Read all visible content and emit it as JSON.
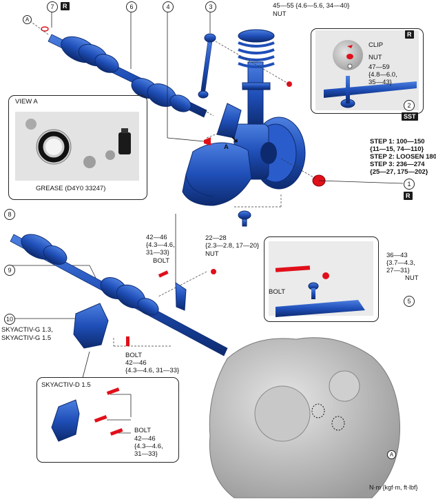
{
  "callouts": {
    "c1": "1",
    "c2": "2",
    "c3": "3",
    "c4": "4",
    "c5": "5",
    "c6": "6",
    "c7": "7",
    "c8": "8",
    "c9": "9",
    "c10": "10"
  },
  "view_ref": "A",
  "badges": {
    "r": "R",
    "sst": "SST"
  },
  "view_a": {
    "title": "VIEW A",
    "grease": "GREASE (D4Y0 33247)"
  },
  "top_nut": {
    "torque": "45—55 {4.6—5.6, 34—40}",
    "label": "NUT"
  },
  "inset_right": {
    "clip": "CLIP",
    "nut": "NUT",
    "torque_1": "47—59",
    "torque_2": "{4.8—6.0,",
    "torque_3": "35—43}"
  },
  "steps": {
    "s1a": "STEP 1: 100—150",
    "s1b": "{11—15, 74—110}",
    "s2": "STEP 2: LOOSEN 180°",
    "s3a": "STEP 3: 236—274",
    "s3b": "{25—27, 175—202}"
  },
  "mid_nut": {
    "t1": "22—28",
    "t2": "{2.3—2.8, 17—20}",
    "label": "NUT"
  },
  "mid_bolt": {
    "t1": "42—46",
    "t2": "{4.3—4.6,",
    "t3": "31—33}",
    "label": "BOLT"
  },
  "ball_joint_inset": {
    "bolt": "BOLT",
    "t1": "36—43",
    "t2": "{3.7—4.3,",
    "t3": "27—31}",
    "nut": "NUT"
  },
  "engines": {
    "g13": "SKYACTIV-G 1.3,",
    "g15": "SKYACTIV-G 1.5"
  },
  "lower_bolt": {
    "label": "BOLT",
    "t1": "42—46",
    "t2": "{4.3—4.6, 31—33}"
  },
  "diesel_inset": {
    "title": "SKYACTIV-D 1.5",
    "bolt": "BOLT",
    "t1": "42—46",
    "t2": "{4.3—4.6,",
    "t3": "31—33}"
  },
  "units": "N·m {kgf·m, ft·lbf}",
  "colors": {
    "part_blue": "#1f4fb8",
    "part_dark": "#0d2a6e",
    "fastener_red": "#e0101a",
    "gray": "#b9b9b9"
  }
}
